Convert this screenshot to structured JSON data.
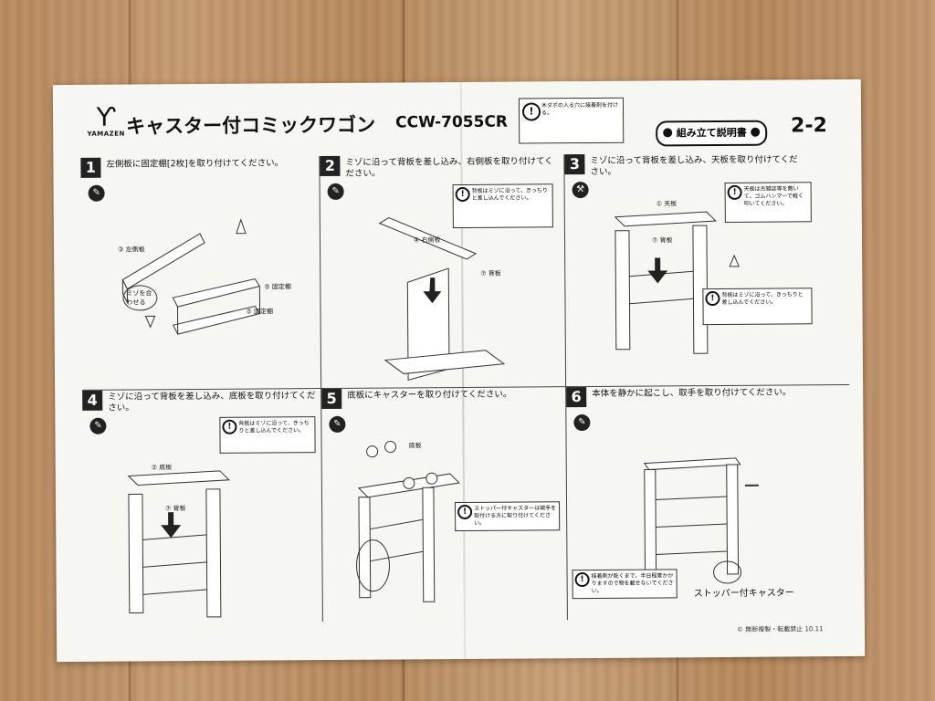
{
  "header": {
    "brand": "YAMAZEN",
    "title": "キャスター付コミックワゴン",
    "model": "CCW-7055CR",
    "note": "木ダボの入る穴に接着剤を付ける。",
    "badge": "組み立て説明書",
    "page": "2-2"
  },
  "steps": [
    {
      "num": "1",
      "text": "左側板に固定棚[2枚]を取り付けてください。"
    },
    {
      "num": "2",
      "text": "ミゾに沿って背板を差し込み、右側板を取り付けてください。"
    },
    {
      "num": "3",
      "text": "ミゾに沿って背板を差し込み、天板を取り付けてください。"
    },
    {
      "num": "4",
      "text": "ミゾに沿って背板を差し込み、底板を取り付けてください。"
    },
    {
      "num": "5",
      "text": "底板にキャスターを取り付けてください。"
    },
    {
      "num": "6",
      "text": "本体を静かに起こし、取手を取り付けてください。"
    }
  ],
  "labels": {
    "left_side": "③ 左側板",
    "fixed_shelf": "⑤ 固定棚",
    "align": "ミゾを合わせる",
    "right_side": "④ 右側板",
    "back_board": "⑦ 背板",
    "top_board": "① 天板",
    "bottom_board": "② 底板",
    "bottom_board_plain": "底板",
    "back_plain": "背板",
    "stopper_caster": "ストッパー付キャスター"
  },
  "callouts": {
    "c2": "背板はミゾに沿って、きっちりと差し込んでください。",
    "c3a": "天板は古雑誌等を敷いて、ゴムハンマーで軽く叩いてください。",
    "c3b": "背板はミゾに沿って、きっちりと差し込んでください。",
    "c4": "背板はミゾに沿って、きっちりと差し込んでください。",
    "c5": "ストッパー付キャスターは端手を取付ける方に取り付けてください。",
    "c6": "接着剤が乾くまで、半日程度かかりますので物を載せないでください。"
  },
  "footer": "© 無断複製・転載禁止 10.11"
}
